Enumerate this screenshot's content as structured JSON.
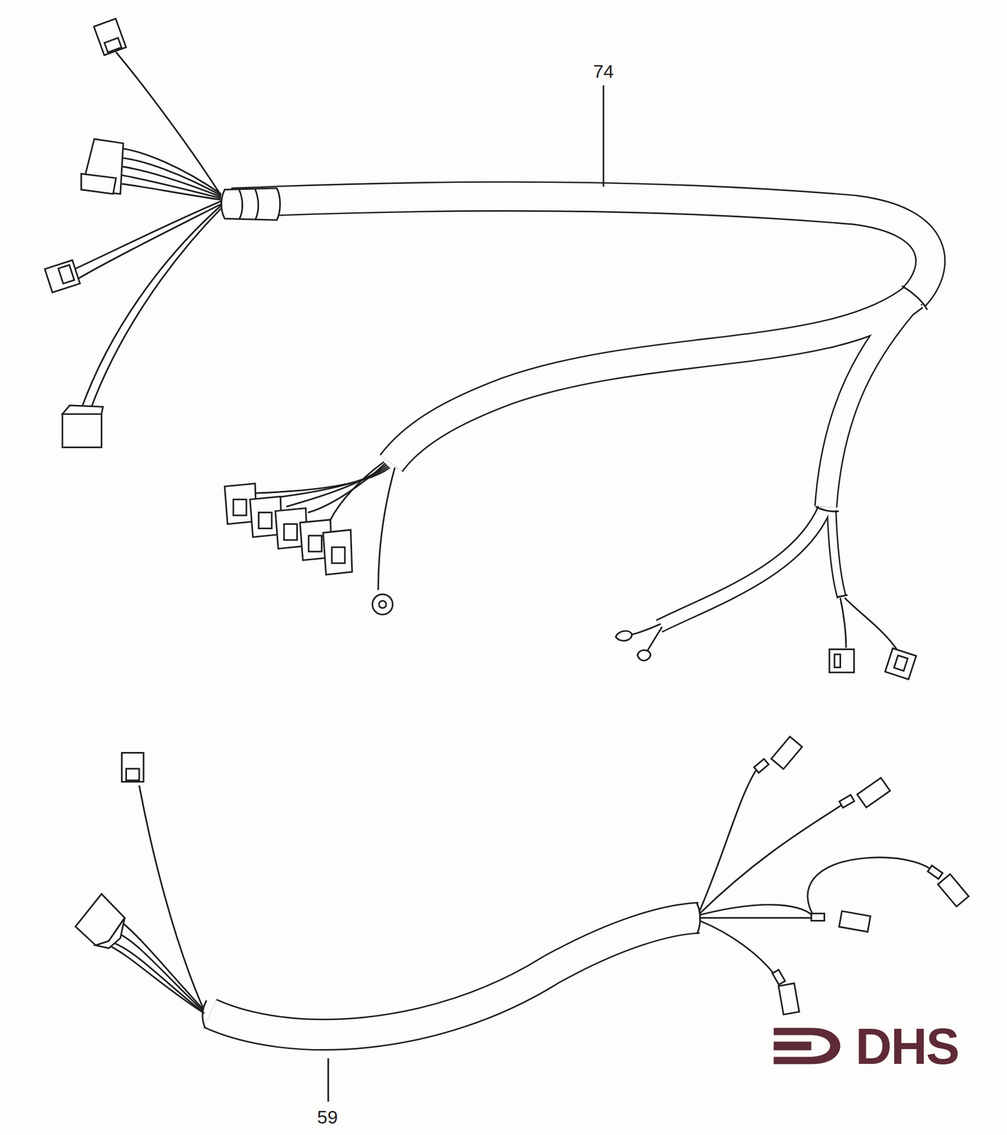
{
  "diagram": {
    "labels": [
      "74",
      "59",
      "DHS"
    ]
  }
}
